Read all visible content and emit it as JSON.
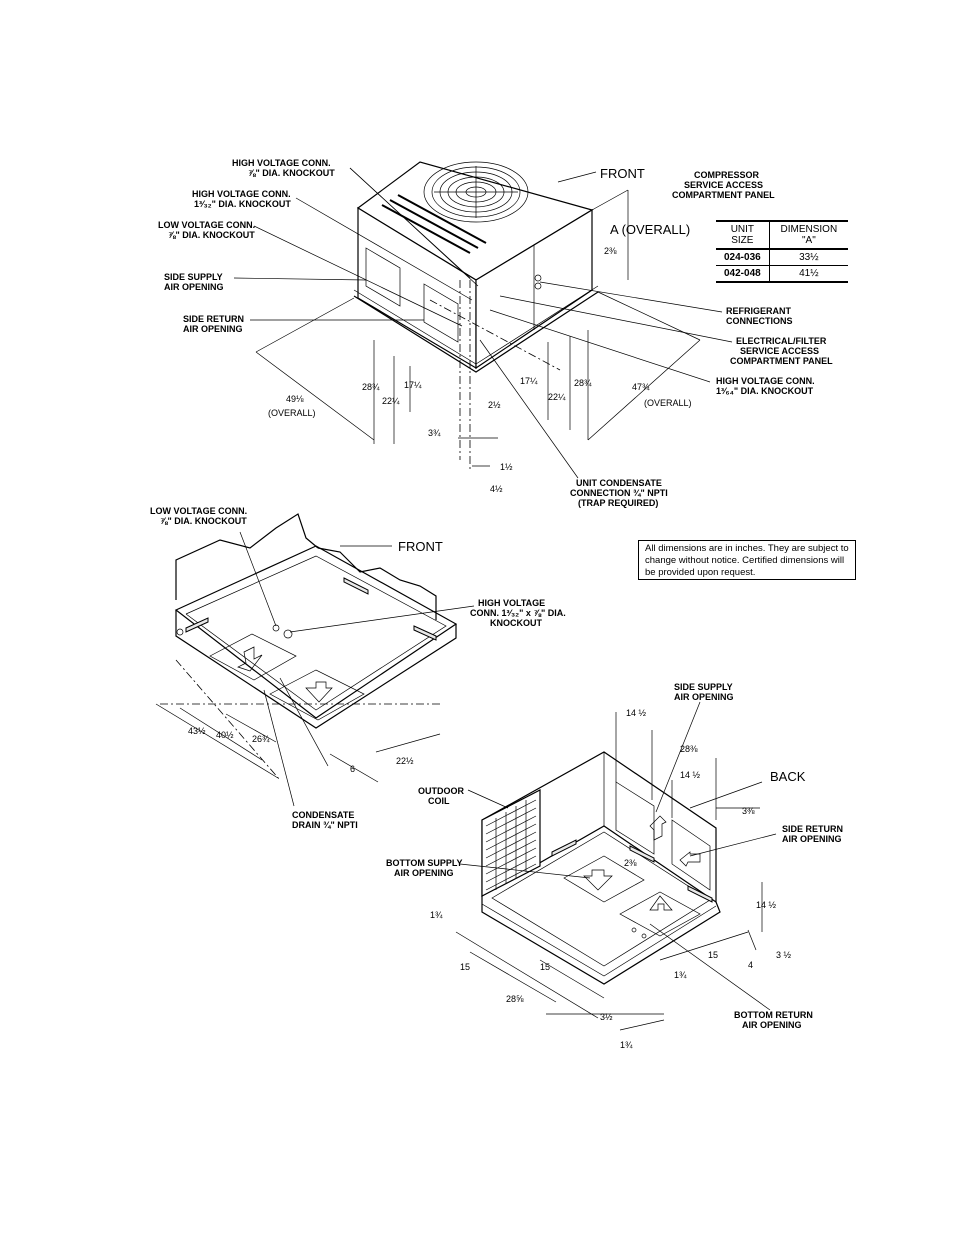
{
  "top_view": {
    "labels": {
      "hv_conn_top": [
        "HIGH VOLTAGE CONN.",
        "⅞\" DIA. KNOCKOUT"
      ],
      "hv_conn_1": [
        "HIGH VOLTAGE CONN.",
        "1³⁄₃₂\" DIA. KNOCKOUT"
      ],
      "lv_conn": [
        "LOW VOLTAGE CONN.",
        "⅞\" DIA. KNOCKOUT"
      ],
      "side_supply": [
        "SIDE SUPPLY",
        "AIR OPENING"
      ],
      "side_return": [
        "SIDE RETURN",
        "AIR OPENING"
      ],
      "front": "FRONT",
      "compressor_panel": [
        "COMPRESSOR",
        "SERVICE ACCESS",
        "COMPARTMENT PANEL"
      ],
      "a_overall": "A  (OVERALL)",
      "refrigerant": [
        "REFRIGERANT",
        "CONNECTIONS"
      ],
      "electrical_panel": [
        "ELECTRICAL/FILTER",
        "SERVICE ACCESS",
        "COMPARTMENT PANEL"
      ],
      "hv_conn_2": [
        "HIGH VOLTAGE CONN.",
        "1³⁄₆₄\" DIA. KNOCKOUT"
      ],
      "condensate": [
        "UNIT CONDENSATE",
        "CONNECTION ¾\" NPTI",
        "(TRAP REQUIRED)"
      ],
      "overall_left": "(OVERALL)",
      "overall_right": "(OVERALL)"
    },
    "dims": {
      "d_2_3_8": "2⅜",
      "d_49": "49⅛",
      "d_28a": "28¾",
      "d_22a": "22¼",
      "d_17a": "17¼",
      "d_3_3_4": "3¾",
      "d_2_1_2": "2½",
      "d_17b": "17¼",
      "d_22b": "22¼",
      "d_28b": "28¾",
      "d_47": "47¾",
      "d_1_1_2": "1½",
      "d_4_1_2": "4½"
    }
  },
  "table": {
    "headers": [
      "UNIT SIZE",
      "DIMENSION \"A\""
    ],
    "rows": [
      {
        "size": "024-036",
        "dim": "33½"
      },
      {
        "size": "042-048",
        "dim": "41½"
      }
    ]
  },
  "middle_view": {
    "labels": {
      "lv_conn": [
        "LOW VOLTAGE CONN.",
        "⅞\" DIA. KNOCKOUT"
      ],
      "front": "FRONT",
      "hv_conn": [
        "HIGH VOLTAGE",
        "CONN. 1³⁄₃₂\" x ⅞\" DIA.",
        "KNOCKOUT"
      ],
      "condensate_drain": [
        "CONDENSATE",
        "DRAIN ¾\" NPTI"
      ]
    },
    "dims": {
      "d_43": "43½",
      "d_40": "40½",
      "d_26": "26¾",
      "d_6": "6",
      "d_22": "22½"
    }
  },
  "note": "All dimensions are in inches. They are subject to change without notice. Certified dimensions will be provided upon request.",
  "bottom_view": {
    "labels": {
      "side_supply": [
        "SIDE SUPPLY",
        "AIR OPENING"
      ],
      "back": "BACK",
      "outdoor_coil": [
        "OUTDOOR",
        "COIL"
      ],
      "side_return": [
        "SIDE RETURN",
        "AIR OPENING"
      ],
      "bottom_supply": [
        "BOTTOM SUPPLY",
        "AIR OPENING"
      ],
      "bottom_return": [
        "BOTTOM RETURN",
        "AIR OPENING"
      ]
    },
    "dims": {
      "d_14a": "14 ½",
      "d_28": "28⅜",
      "d_14b": "14 ½",
      "d_3_3_8": "3⅜",
      "d_2_3_8": "2⅜",
      "d_14c": "14 ½",
      "d_1_3_4a": "1¾",
      "d_15a": "15",
      "d_15b": "15",
      "d_15c": "15",
      "d_1_3_4b": "1¾",
      "d_4": "4",
      "d_3_1_2a": "3 ½",
      "d_28_5": "28⅝",
      "d_3_1_2b": "3½",
      "d_1_3_4c": "1¾"
    }
  }
}
